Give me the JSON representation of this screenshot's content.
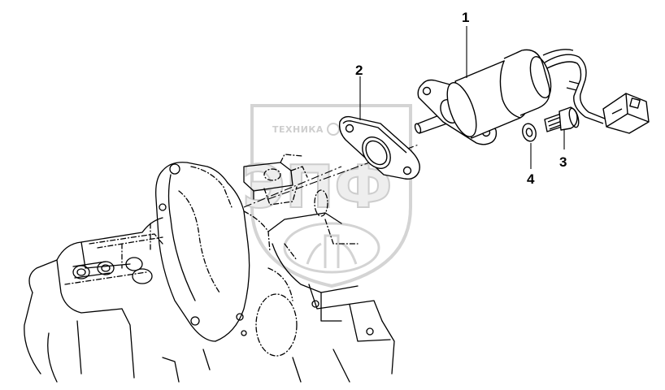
{
  "callouts": {
    "part1": "1",
    "part2": "2",
    "part3": "3",
    "part4": "4"
  },
  "watermark": {
    "line1": "ТЕХНИКА",
    "line2": "ЭПФ"
  },
  "colors": {
    "line": "#000000",
    "watermark": "#c8c8c8",
    "background": "#ffffff"
  }
}
